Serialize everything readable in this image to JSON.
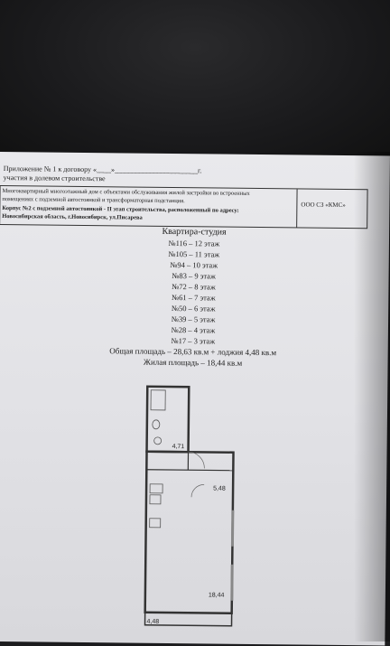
{
  "doc": {
    "appendix_line1": "Приложение № 1 к договору «____»_______________________г.",
    "appendix_line2": "участия в долевом строительстве",
    "header_lines": [
      "Многоквартирный многоэтажный дом с объектами обслуживания жилой застройки во встроенных",
      "помещениях с подземной автостоянкой и трансформаторная подстанция.",
      "Корпус №2 с подземной автостоянкой  - II этап строительства, расположенный по адресу:",
      "Новосибирская область, г.Новосибирск, ул.Писарева"
    ],
    "company": "ООО СЗ «КМС»",
    "apartment_type": "Квартира-студия",
    "units": [
      "№116 – 12 этаж",
      "№105 – 11 этаж",
      "№94 – 10 этаж",
      "№83 – 9 этаж",
      "№72 – 8 этаж",
      "№61 – 7 этаж",
      "№50 – 6 этаж",
      "№39 – 5 этаж",
      "№28 – 4 этаж",
      "№17 – 3 этаж"
    ],
    "total_area": "Общая площадь – 28,63 кв.м + лоджия 4,48 кв.м",
    "living_area": "Жилая площадь – 18,44 кв.м"
  },
  "plan": {
    "bathroom_area": "4,71",
    "hall_area": "5,48",
    "room_area": "18,44",
    "loggia_area": "4,48"
  }
}
